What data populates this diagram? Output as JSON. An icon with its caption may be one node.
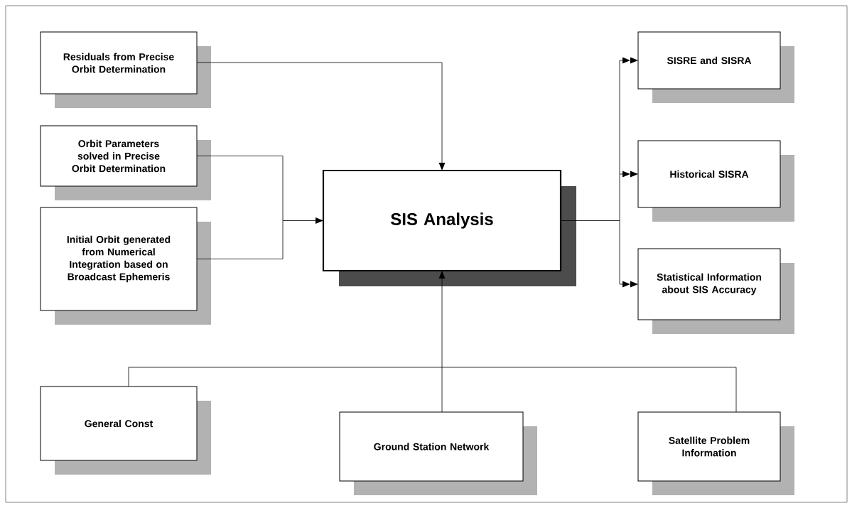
{
  "diagram": {
    "nodes": [
      {
        "text": [
          "Residuals from Precise Orbit Determination"
        ]
      },
      {
        "text": [
          "Orbit Parameters solved in Precise Orbit Determination"
        ]
      },
      {
        "text": [
          "Initial Orbit generated from Numerical Integration based on Broadcast Ephemeris"
        ]
      },
      {
        "text": [
          "SIS Analysis"
        ]
      },
      {
        "text": [
          "SISRE and SISRA"
        ]
      },
      {
        "text": [
          "Historical SISRA"
        ]
      },
      {
        "text": [
          "Statistical Information about SIS Accuracy"
        ]
      },
      {
        "text": [
          "General Const"
        ]
      },
      {
        "text": [
          "Ground Station Network"
        ]
      },
      {
        "text": [
          "Satellite Problem Information"
        ]
      }
    ],
    "edges": [
      {
        "from": 0,
        "to": 3,
        "arrow": "to"
      },
      {
        "from": 1,
        "to": 3,
        "arrow": "to"
      },
      {
        "from": 2,
        "to": 3,
        "arrow": "to"
      },
      {
        "from": 3,
        "to": 4,
        "arrow": "to"
      },
      {
        "from": 3,
        "to": 5,
        "arrow": "to"
      },
      {
        "from": 3,
        "to": 6,
        "arrow": "to"
      },
      {
        "from": 7,
        "to": 3,
        "arrow": "to"
      },
      {
        "from": 8,
        "to": 3,
        "arrow": "to"
      },
      {
        "from": 9,
        "to": 3,
        "arrow": "to"
      }
    ]
  }
}
